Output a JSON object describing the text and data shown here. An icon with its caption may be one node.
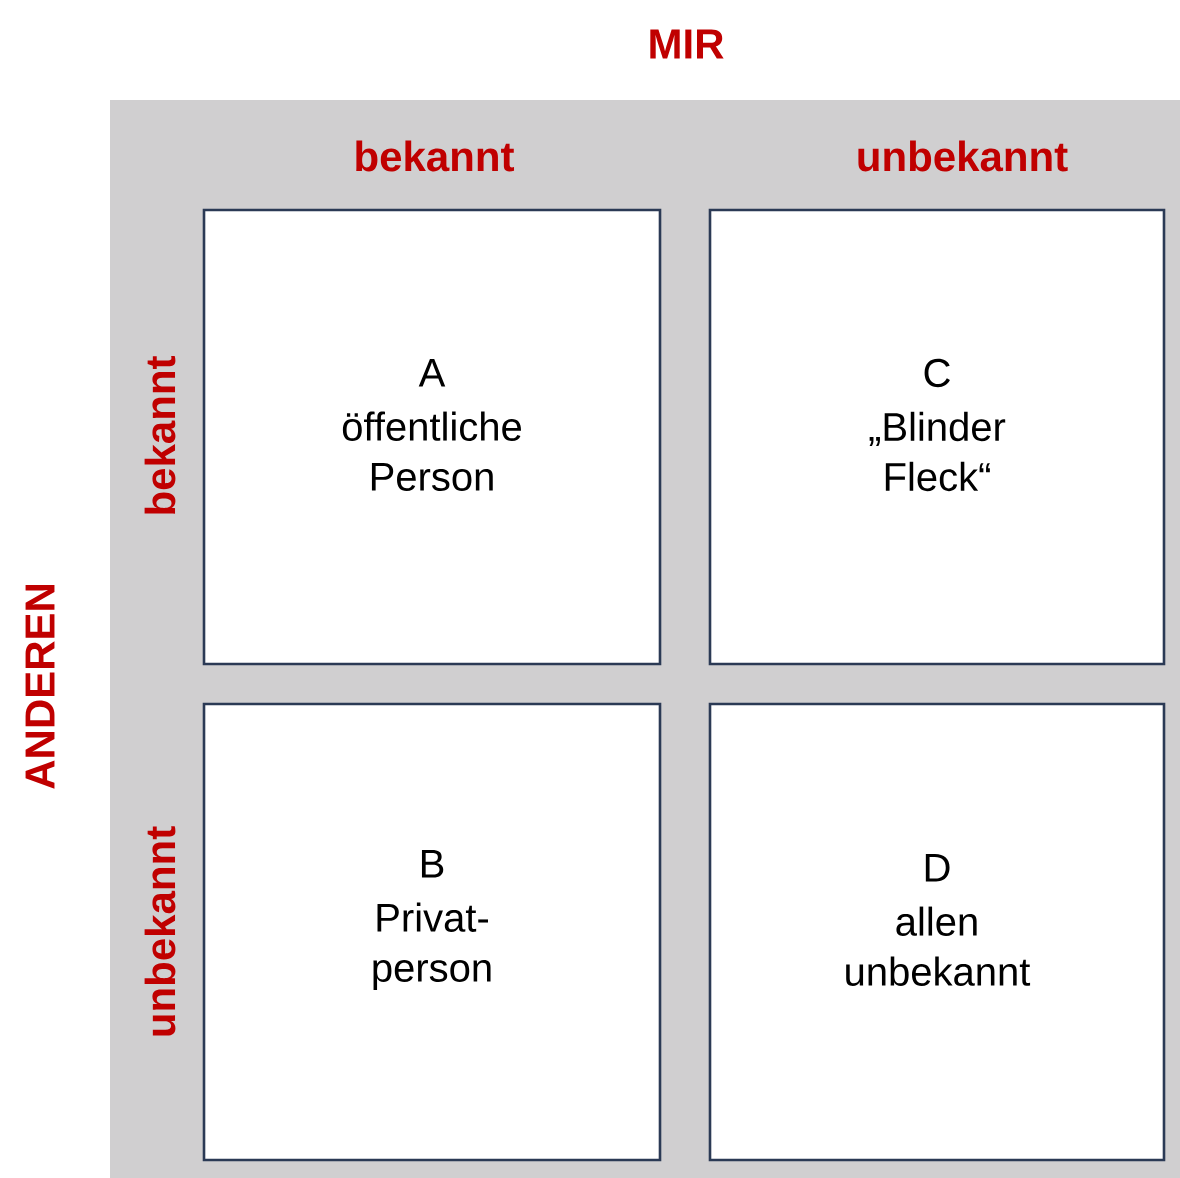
{
  "diagram": {
    "nodes": [
      {
        "text": [
          "A",
          "öffentliche Person"
        ]
      },
      {
        "text": [
          "C",
          "„Blinder Fleck“"
        ]
      },
      {
        "text": [
          "B",
          "Privat- person"
        ]
      },
      {
        "text": [
          "D",
          "allen unbekannt"
        ]
      }
    ],
    "labels": [
      "MIR",
      "bekannt",
      "unbekannt",
      "ANDEREN",
      "bekannt",
      "unbekannt"
    ]
  }
}
